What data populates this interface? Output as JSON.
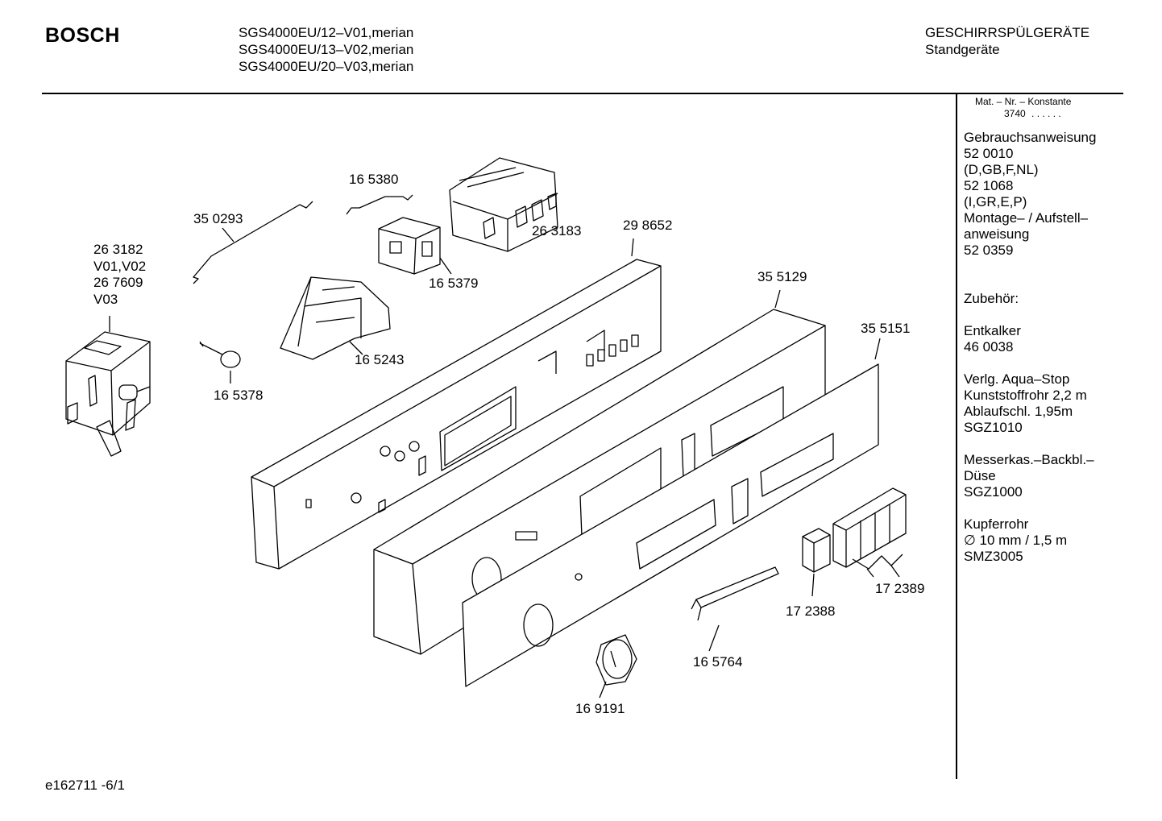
{
  "header": {
    "brand": "BOSCH",
    "models": [
      "SGS4000EU/12–V01,merian",
      "SGS4000EU/13–V02,merian",
      "SGS4000EU/20–V03,merian"
    ],
    "category": [
      "GESCHIRRSPÜLGERÄTE",
      "Standgeräte"
    ]
  },
  "sidebar": {
    "mat_nr_label": "Mat. – Nr. – Konstante",
    "mat_nr_value": "3740",
    "mat_nr_dots": ". . . . . .",
    "lines": [
      "Gebrauchsanweisung",
      "52 0010",
      "(D,GB,F,NL)",
      "52 1068",
      "(I,GR,E,P)",
      "Montage– / Aufstell–",
      "anweisung",
      "52 0359",
      "",
      "",
      "Zubehör:",
      "",
      "Entkalker",
      "46 0038",
      "",
      "Verlg. Aqua–Stop",
      "Kunststoffrohr 2,2 m",
      "Ablaufschl. 1,95m",
      "SGZ1010",
      "",
      "Messerkas.–Backbl.–",
      "Düse",
      "SGZ1000",
      "",
      "Kupferrohr",
      "∅ 10 mm / 1,5 m",
      "SMZ3005"
    ]
  },
  "parts": {
    "p263182": [
      "26 3182",
      "V01,V02",
      "26 7609",
      "V03"
    ],
    "p350293": "35 0293",
    "p165380": "16 5380",
    "p263183": "26 3183",
    "p298652": "29 8652",
    "p165379": "16 5379",
    "p165243": "16 5243",
    "p165378": "16 5378",
    "p355129": "35 5129",
    "p355151": "35 5151",
    "p172389": "17 2389",
    "p172388": "17 2388",
    "p165764": "16 5764",
    "p169191": "16 9191"
  },
  "footer": {
    "doc_id": "e162711 -6/1"
  }
}
